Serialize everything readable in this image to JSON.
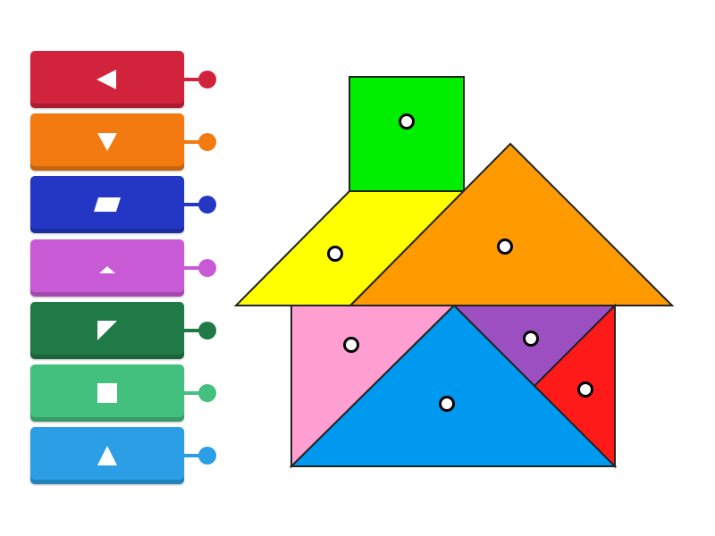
{
  "tiles": [
    {
      "name": "tile-large-triangle-left",
      "shape": "triangle-left",
      "color": "#d2233c",
      "knob": "#d2233c"
    },
    {
      "name": "tile-large-triangle-down",
      "shape": "triangle-down",
      "color": "#f27a10",
      "knob": "#f27a10"
    },
    {
      "name": "tile-parallelogram",
      "shape": "parallelogram",
      "color": "#2436c4",
      "knob": "#2436c4"
    },
    {
      "name": "tile-small-triangle-up",
      "shape": "small-triangle-up",
      "color": "#c95ad6",
      "knob": "#c95ad6"
    },
    {
      "name": "tile-right-triangle",
      "shape": "right-triangle",
      "color": "#1f7a45",
      "knob": "#1f7a45"
    },
    {
      "name": "tile-square",
      "shape": "square",
      "color": "#43bf7e",
      "knob": "#43bf7e"
    },
    {
      "name": "tile-triangle-up",
      "shape": "triangle-up",
      "color": "#2b9ee6",
      "knob": "#2b9ee6"
    }
  ],
  "pieces": {
    "chimney_square": "#00ee00",
    "roof_parallelogram": "#ffff00",
    "roof_large_triangle": "#ff9a00",
    "wall_pink_triangle": "#ff9ed1",
    "wall_purple_triangle": "#9b4fc0",
    "wall_blue_triangle": "#0099f0",
    "wall_red_triangle": "#ff1a1a"
  }
}
